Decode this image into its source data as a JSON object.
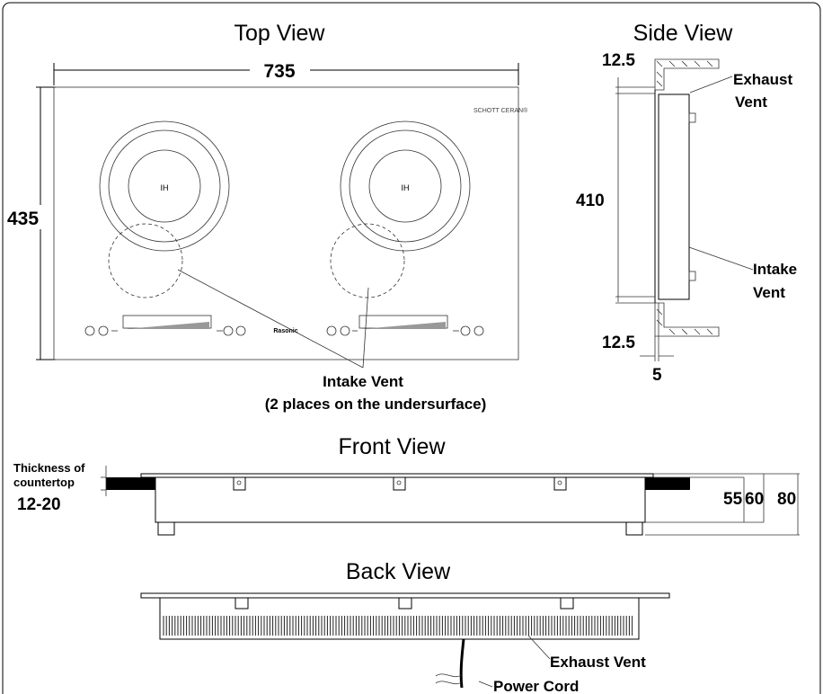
{
  "views": {
    "top": "Top View",
    "side": "Side View",
    "front": "Front View",
    "back": "Back View"
  },
  "top_view": {
    "width_dim": "735",
    "height_dim": "435",
    "brand_logo": "SCHOTT CERAN®",
    "zone_label_left": "IH",
    "zone_label_right": "IH",
    "panel_brand": "Rasonic",
    "intake_label_1": "Intake Vent",
    "intake_label_2": "(2 places on the undersurface)"
  },
  "side_view": {
    "top_gap": "12.5",
    "bottom_gap": "12.5",
    "depth": "410",
    "thickness": "5",
    "exhaust_1": "Exhaust",
    "exhaust_2": "Vent",
    "intake_1": "Intake",
    "intake_2": "Vent"
  },
  "front_view": {
    "countertop_1": "Thickness of",
    "countertop_2": "countertop",
    "countertop_range": "12-20",
    "dim_55": "55",
    "dim_60": "60",
    "dim_80": "80"
  },
  "back_view": {
    "exhaust": "Exhaust Vent",
    "power": "Power Cord"
  }
}
